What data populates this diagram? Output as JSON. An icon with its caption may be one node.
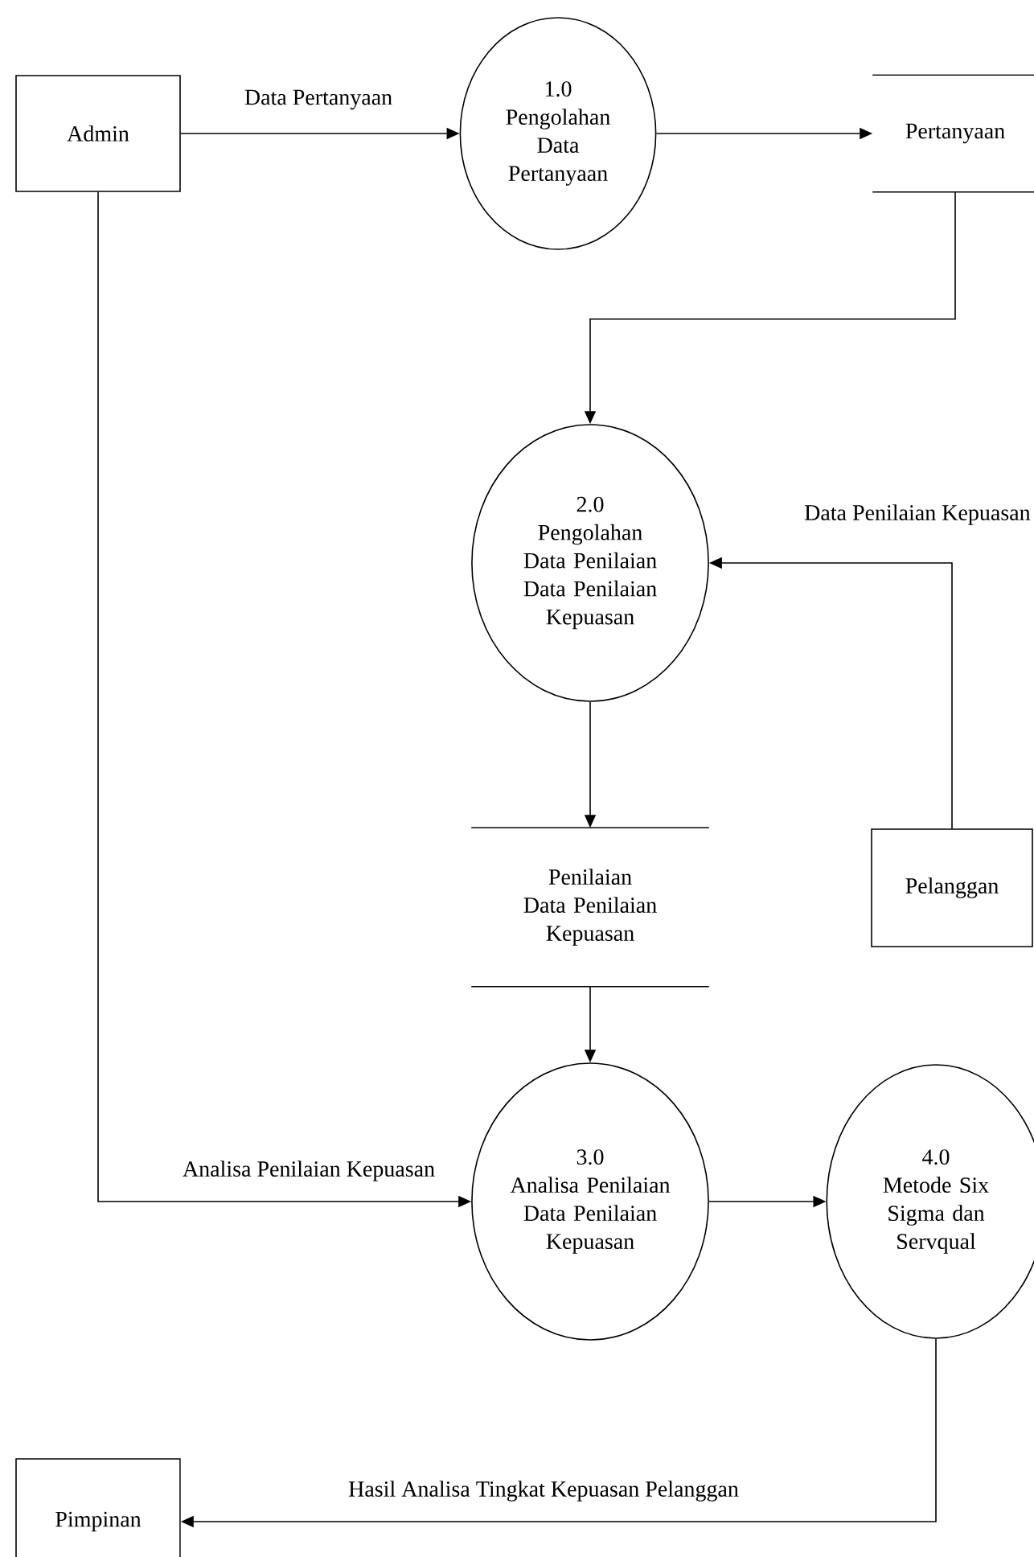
{
  "diagram": {
    "nodes": [
      {
        "text": [
          "Admin"
        ]
      },
      {
        "text": [
          "1.0",
          "Pengolahan Data Pertanyaan"
        ]
      },
      {
        "text": [
          "Pertanyaan"
        ]
      },
      {
        "text": [
          "2.0",
          "Pengolahan Data Penilaian Data Penilaian Kepuasan"
        ]
      },
      {
        "text": [
          "Penilaian Data Penilaian Kepuasan"
        ]
      },
      {
        "text": [
          "Pelanggan"
        ]
      },
      {
        "text": [
          "3.0",
          "Analisa Penilaian Data Penilaian Kepuasan"
        ]
      },
      {
        "text": [
          "4.0",
          "Metode Six Sigma dan Servqual"
        ]
      },
      {
        "text": [
          "Pimpinan"
        ]
      }
    ],
    "edges": [
      {
        "from": 0,
        "to": 1,
        "arrow": "to",
        "label": "Data Pertanyaan"
      },
      {
        "from": 1,
        "to": 2,
        "arrow": "to"
      },
      {
        "from": 2,
        "to": 3,
        "arrow": "to"
      },
      {
        "from": 5,
        "to": 3,
        "arrow": "to",
        "label": "Data Penilaian Kepuasan"
      },
      {
        "from": 3,
        "to": 4,
        "arrow": "to"
      },
      {
        "from": 4,
        "to": 6,
        "arrow": "to"
      },
      {
        "from": 0,
        "to": 6,
        "arrow": "to",
        "label": "Analisa Penilaian Kepuasan"
      },
      {
        "from": 6,
        "to": 7,
        "arrow": "to"
      },
      {
        "from": 7,
        "to": 8,
        "arrow": "to",
        "label": "Hasil Analisa Tingkat Kepuasan Pelanggan"
      }
    ]
  }
}
